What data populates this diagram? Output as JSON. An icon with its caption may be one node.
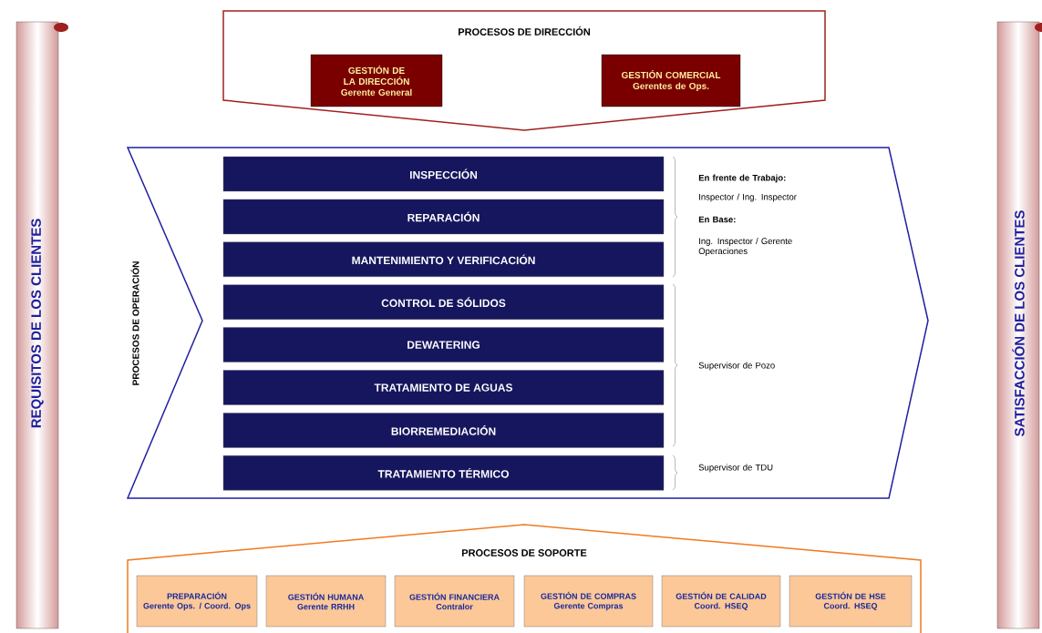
{
  "diagram": {
    "nodes": [
      {
        "text": [
          "REQUISITOS DE LOS CLIENTES"
        ]
      },
      {
        "text": [
          "PROCESOS DE DIRECCIÓN"
        ]
      },
      {
        "text": [
          "GESTIÓN DE LA DIRECCIÓN",
          "Gerente General"
        ],
        "in": 1
      },
      {
        "text": [
          "GESTIÓN COMERCIAL",
          "Gerentes de Ops."
        ],
        "in": 1
      },
      {
        "text": [
          "PROCESOS DE OPERACIÓN"
        ]
      },
      {
        "text": [
          "INSPECCIÓN"
        ],
        "in": 4
      },
      {
        "text": [
          "REPARACIÓN"
        ],
        "in": 4
      },
      {
        "text": [
          "MANTENIMIENTO Y VERIFICACIÓN"
        ],
        "in": 4
      },
      {
        "text": [
          "CONTROL DE SÓLIDOS"
        ],
        "in": 4
      },
      {
        "text": [
          "DEWATERING"
        ],
        "in": 4
      },
      {
        "text": [
          "TRATAMIENTO DE AGUAS"
        ],
        "in": 4
      },
      {
        "text": [
          "BIORREMEDIACIÓN"
        ],
        "in": 4
      },
      {
        "text": [
          "TRATAMIENTO TÉRMICO"
        ],
        "in": 4
      },
      {
        "text": [
          "PROCESOS DE SOPORTE"
        ]
      },
      {
        "text": [
          "PREPARACIÓN",
          "Gerente Ops. / Coord. Ops"
        ],
        "in": 13
      },
      {
        "text": [
          "GESTIÓN HUMANA",
          "Gerente RRHH"
        ],
        "in": 13
      },
      {
        "text": [
          "GESTIÓN FINANCIERA",
          "Contralor"
        ],
        "in": 13
      },
      {
        "text": [
          "GESTIÓN DE COMPRAS",
          "Gerente Compras"
        ],
        "in": 13
      },
      {
        "text": [
          "GESTIÓN DE CALIDAD",
          "Coord. HSEQ"
        ],
        "in": 13
      },
      {
        "text": [
          "GESTIÓN DE HSE",
          "Coord. HSEQ"
        ],
        "in": 13
      },
      {
        "text": [
          "SATISFACCIÓN DE LOS CLIENTES"
        ]
      }
    ],
    "labels": [
      "En frente de Trabajo:",
      "Inspector / Ing. Inspector",
      "En Base:",
      "Ing. Inspector / Gerente Operaciones",
      "Supervisor de Pozo",
      "Supervisor de TDU"
    ]
  }
}
